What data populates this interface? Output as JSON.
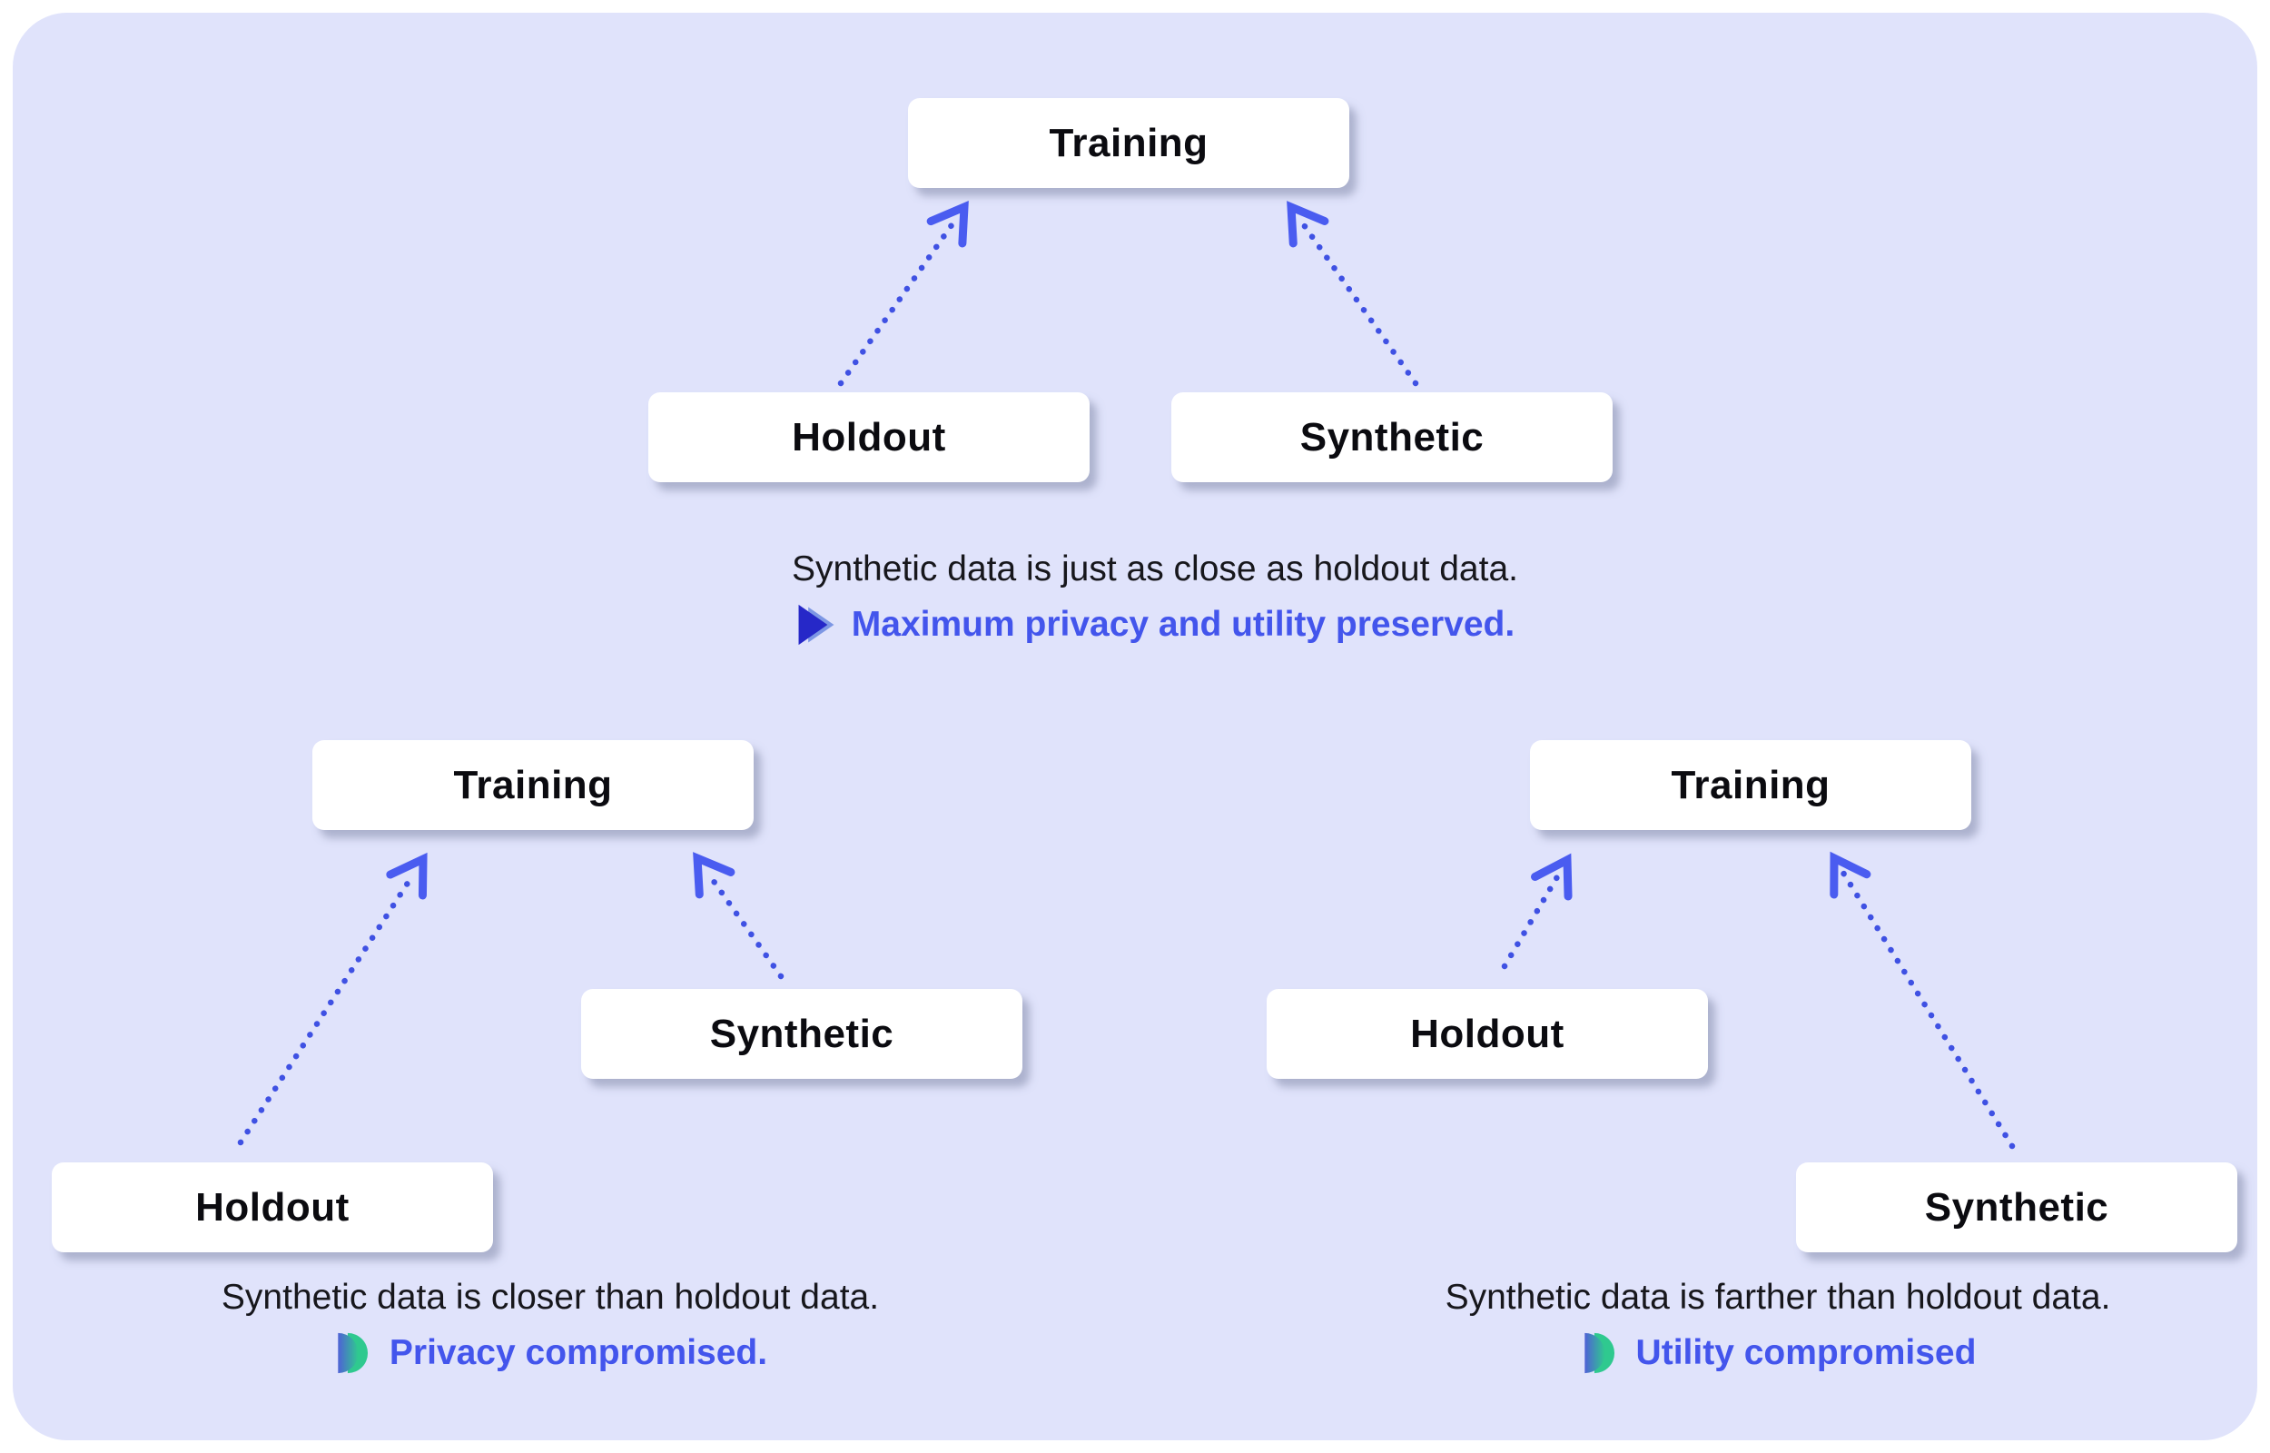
{
  "diagrams": [
    {
      "name": "balanced",
      "nodes": {
        "training": "Training",
        "holdout": "Holdout",
        "synthetic": "Synthetic"
      },
      "caption": "Synthetic data is just as close as holdout data.",
      "verdict": "Maximum privacy and utility preserved.",
      "verdict_icon": "fast-forward-icon"
    },
    {
      "name": "privacy-compromised",
      "nodes": {
        "training": "Training",
        "holdout": "Holdout",
        "synthetic": "Synthetic"
      },
      "caption": "Synthetic data is closer than holdout data.",
      "verdict": "Privacy compromised.",
      "verdict_icon": "half-disc-icon"
    },
    {
      "name": "utility-compromised",
      "nodes": {
        "training": "Training",
        "holdout": "Holdout",
        "synthetic": "Synthetic"
      },
      "caption": "Synthetic data is farther than holdout data.",
      "verdict": "Utility compromised",
      "verdict_icon": "half-disc-icon"
    }
  ],
  "colors": {
    "background": "#e0e3fb",
    "box_bg": "#ffffff",
    "box_shadow": "rgba(122,129,161,0.5)",
    "caption_text": "#17171c",
    "verdict_text": "#4355ec",
    "arrow": "#3f51e3",
    "arrowhead": "#4a5cf0",
    "icon_dark_blue": "#2628c8",
    "icon_light_blue": "#7d97e4",
    "icon_blue": "#4f61d6",
    "icon_green": "#2fc98f"
  }
}
